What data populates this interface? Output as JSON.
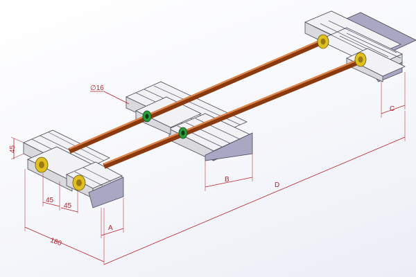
{
  "dimensions": {
    "height_45": "45",
    "spacing_a": "45",
    "spacing_b": "45",
    "width_180": "180",
    "label_a": "A",
    "label_b": "B",
    "label_c": "C",
    "label_d": "D",
    "diameter": "∅16"
  },
  "colors": {
    "dimension_red": "#b8202a",
    "rod_orange": "#c8642a",
    "profile_grey": "#d9d9de",
    "profile_purple": "#a9a7c4",
    "bearing_yellow": "#e0c020",
    "bearing_green": "#2a9a3a"
  }
}
